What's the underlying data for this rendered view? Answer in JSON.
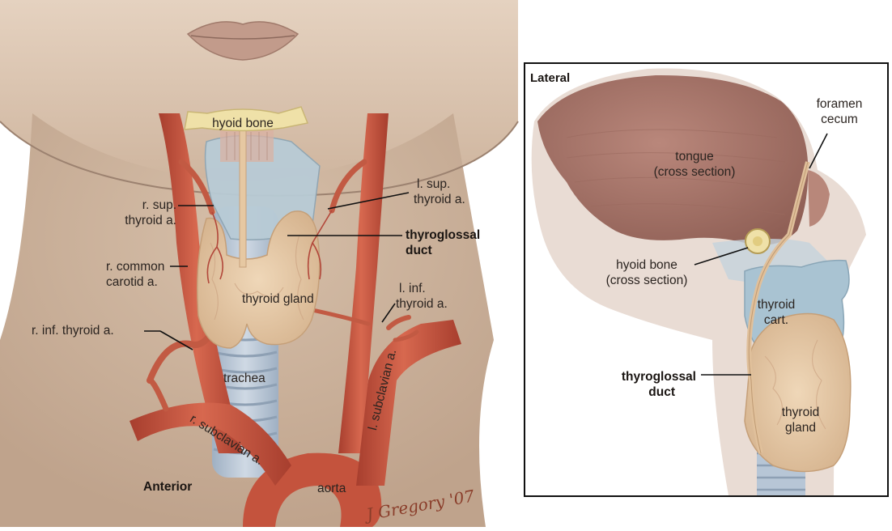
{
  "anterior": {
    "view_label": "Anterior",
    "labels": {
      "hyoid_bone": "hyoid bone",
      "l_sup_thyroid_a_1": "l. sup.",
      "l_sup_thyroid_a_2": "thyroid a.",
      "r_sup_thyroid_a_1": "r. sup.",
      "r_sup_thyroid_a_2": "thyroid a.",
      "thyroglossal_duct_1": "thyroglossal",
      "thyroglossal_duct_2": "duct",
      "r_common_carotid_a_1": "r. common",
      "r_common_carotid_a_2": "carotid a.",
      "thyroid_gland": "thyroid gland",
      "l_inf_thyroid_a_1": "l. inf.",
      "l_inf_thyroid_a_2": "thyroid a.",
      "r_inf_thyroid_a": "r. inf. thyroid a.",
      "trachea": "trachea",
      "l_subclavian_a": "l. subclavian a.",
      "r_subclavian_a": "r. subclavian a.",
      "aorta": "aorta"
    },
    "signature": "J Gregory '07"
  },
  "lateral": {
    "view_label": "Lateral",
    "labels": {
      "foramen_cecum_1": "foramen",
      "foramen_cecum_2": "cecum",
      "tongue_1": "tongue",
      "tongue_2": "(cross section)",
      "hyoid_bone_1": "hyoid bone",
      "hyoid_bone_2": "(cross section)",
      "thyroid_cart_1": "thyroid",
      "thyroid_cart_2": "cart.",
      "thyroglossal_duct_1": "thyroglossal",
      "thyroglossal_duct_2": "duct",
      "thyroid_gland_1": "thyroid",
      "thyroid_gland_2": "gland"
    }
  },
  "colors": {
    "skin": "#d9c2ad",
    "skin_shadow": "#b99d86",
    "artery": "#c7553f",
    "artery_dark": "#9e3a2a",
    "thyroid": "#e7c9a6",
    "cartilage": "#a9c2cf",
    "trachea": "#b7c6d6",
    "hyoid": "#f1e6b0",
    "tongue": "#b08074",
    "label_line": "#111111"
  }
}
